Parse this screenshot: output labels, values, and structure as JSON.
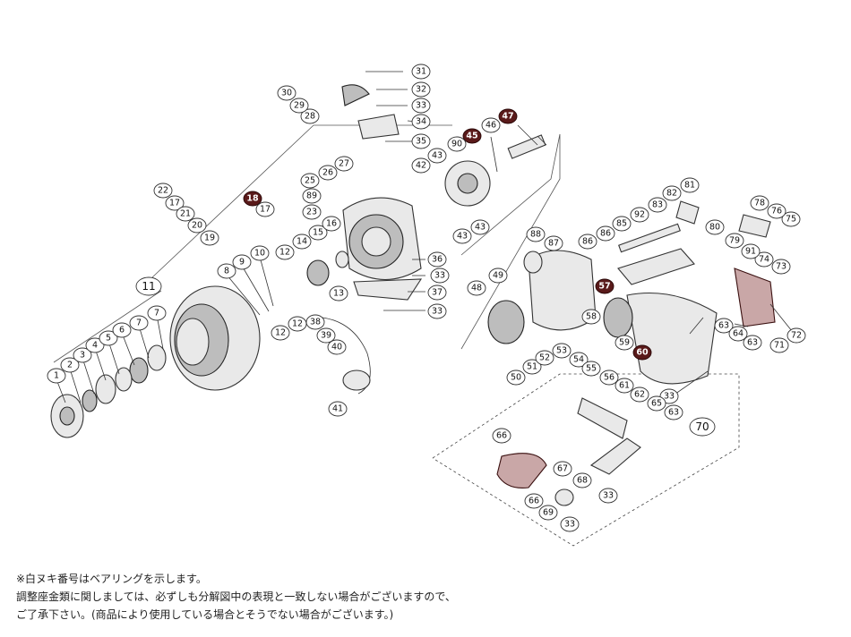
{
  "notes": {
    "line1": "※白ヌキ番号はベアリングを示します。",
    "line2": "調整座金類に関しましては、必ずしも分解図中の表現と一致しない場合がございますので、",
    "line3": "ご了承下さい。(商品により使用している場合とそうでない場合がございます。)"
  },
  "bearing_numbers": [
    "18",
    "45",
    "47",
    "57",
    "60"
  ],
  "group_numbers": [
    "11",
    "70"
  ],
  "part_numbers": [
    "1",
    "2",
    "3",
    "4",
    "5",
    "6",
    "7",
    "8",
    "9",
    "10",
    "12",
    "13",
    "14",
    "15",
    "16",
    "17",
    "19",
    "20",
    "21",
    "22",
    "23",
    "25",
    "26",
    "27",
    "28",
    "29",
    "30",
    "31",
    "32",
    "33",
    "34",
    "35",
    "36",
    "37",
    "38",
    "39",
    "40",
    "41",
    "42",
    "43",
    "46",
    "48",
    "49",
    "50",
    "51",
    "52",
    "53",
    "54",
    "55",
    "56",
    "58",
    "59",
    "61",
    "62",
    "63",
    "64",
    "65",
    "66",
    "67",
    "68",
    "69",
    "71",
    "72",
    "73",
    "74",
    "75",
    "76",
    "78",
    "79",
    "80",
    "81",
    "82",
    "83",
    "85",
    "86",
    "87",
    "88",
    "89",
    "90",
    "91",
    "92"
  ],
  "colors": {
    "bearing_fill": "#5a1a1a",
    "line": "#333333",
    "part_fill": "#e9e9e9"
  }
}
